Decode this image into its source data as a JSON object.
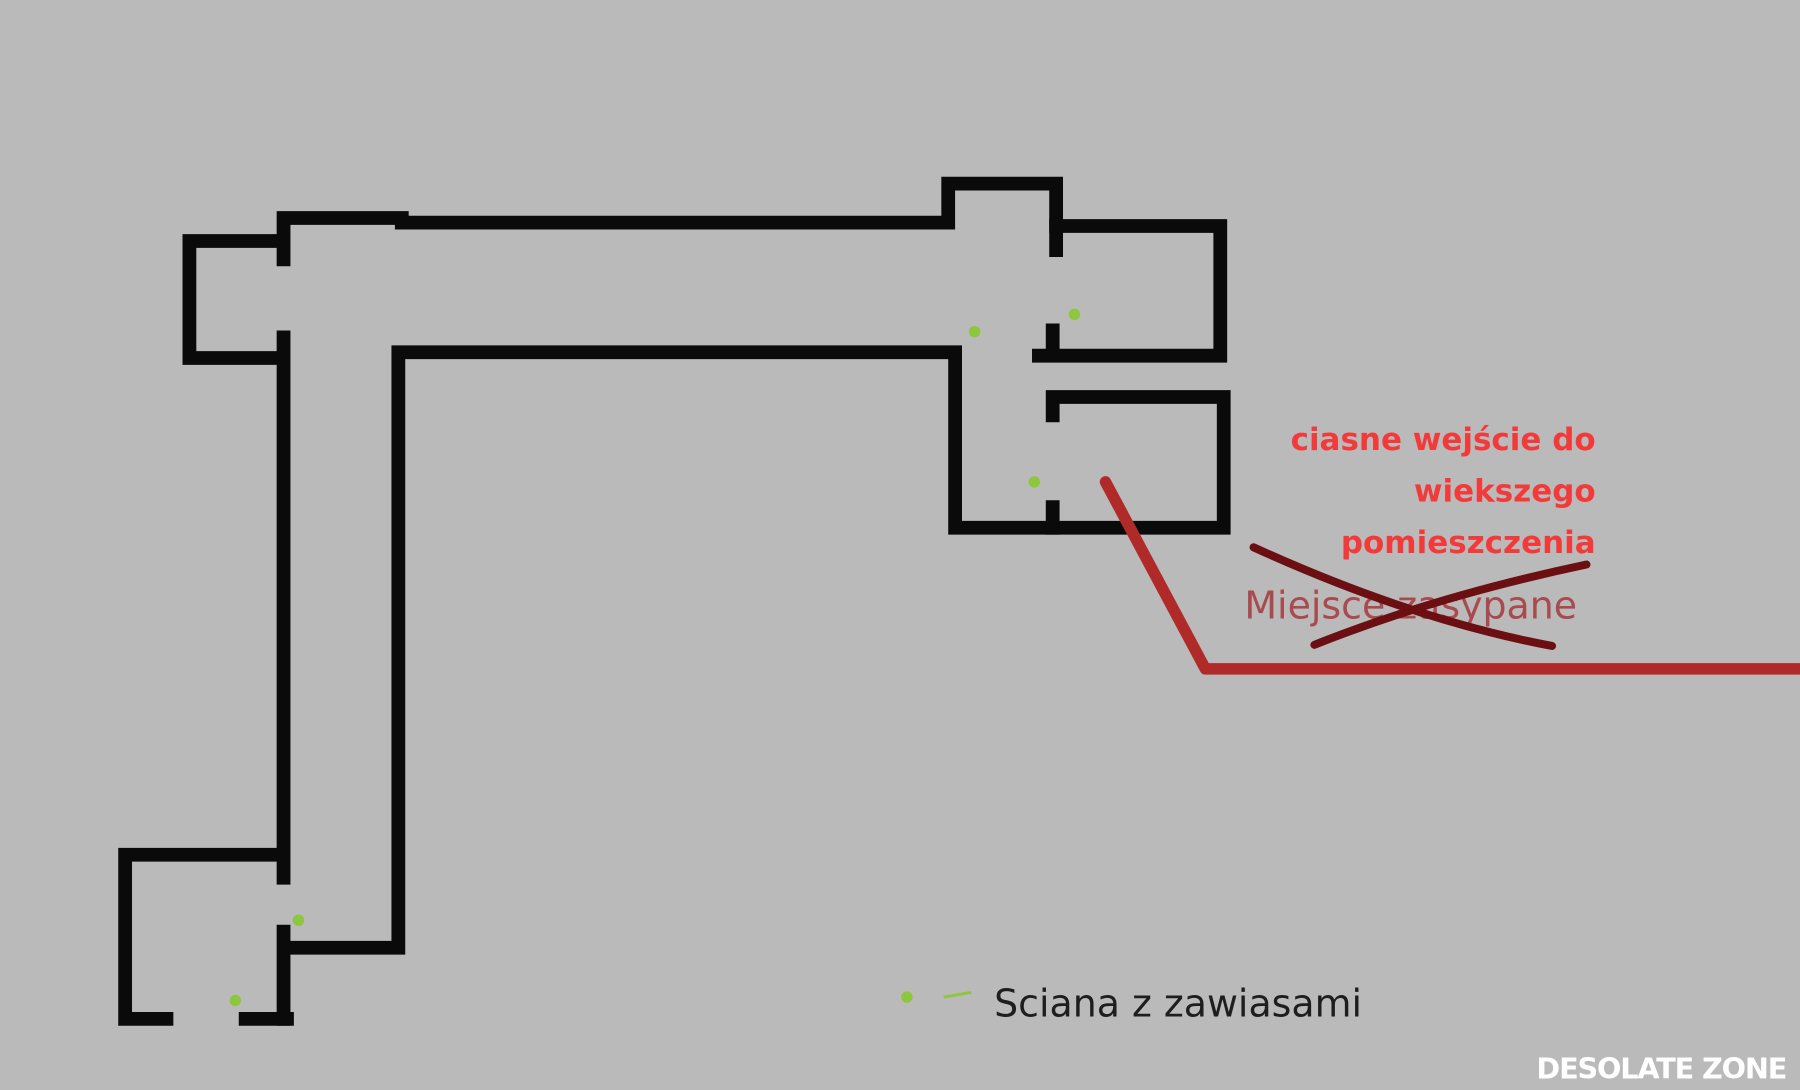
{
  "annotations": {
    "note_lines": [
      "ciasne wejście do",
      "wiekszego",
      "pomieszczenia"
    ],
    "crossed_out": "Miejsce zasypane"
  },
  "legend": {
    "hinge_wall_label": "Sciana z zawiasami"
  },
  "watermark": "DESOLATE ZONE",
  "colors": {
    "background": "#bababa",
    "wall": "#0a0a0a",
    "hinge_marker": "#8dc63f",
    "note": "#f23a3a",
    "path_line": "#b02a2a",
    "cross": "#6b0f12"
  }
}
